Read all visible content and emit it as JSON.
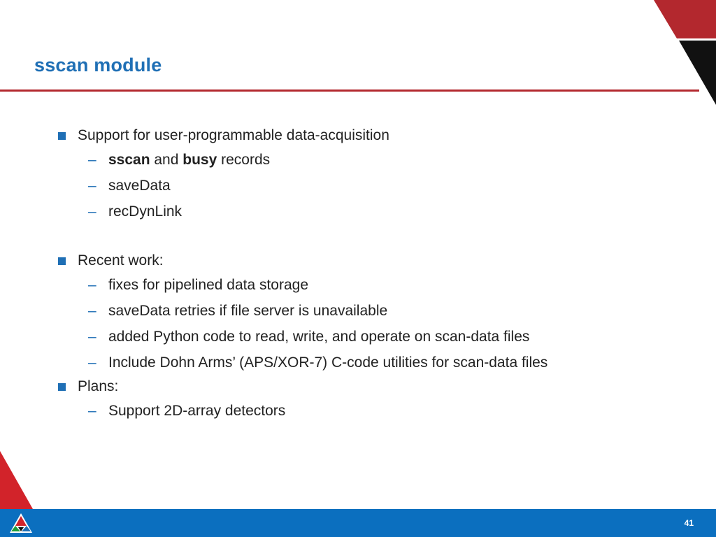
{
  "slide": {
    "title": "sscan module",
    "page_number": "41",
    "accent_colors": {
      "title_blue": "#1f6fb5",
      "rule_red": "#b3282e",
      "footer_blue": "#0b6fbf"
    },
    "logo_icon": "aps-triangle-logo-icon"
  },
  "sections": [
    {
      "heading": "Support for user-programmable data-acquisition",
      "items": [
        {
          "bold1": "sscan",
          "mid": " and ",
          "bold2": "busy",
          "tail": " records"
        },
        {
          "text": "saveData"
        },
        {
          "text": "recDynLink"
        }
      ]
    },
    {
      "heading": "Recent work:",
      "items": [
        {
          "text": "fixes for pipelined data storage"
        },
        {
          "text": "saveData retries if file server is unavailable"
        },
        {
          "text": "added Python code to read, write, and operate on scan-data files"
        },
        {
          "text": "Include Dohn Arms’ (APS/XOR-7) C-code utilities for scan-data files"
        }
      ]
    },
    {
      "heading": "Plans:",
      "items": [
        {
          "text": "Support 2D-array detectors"
        }
      ]
    }
  ],
  "dash_glyph": "–"
}
